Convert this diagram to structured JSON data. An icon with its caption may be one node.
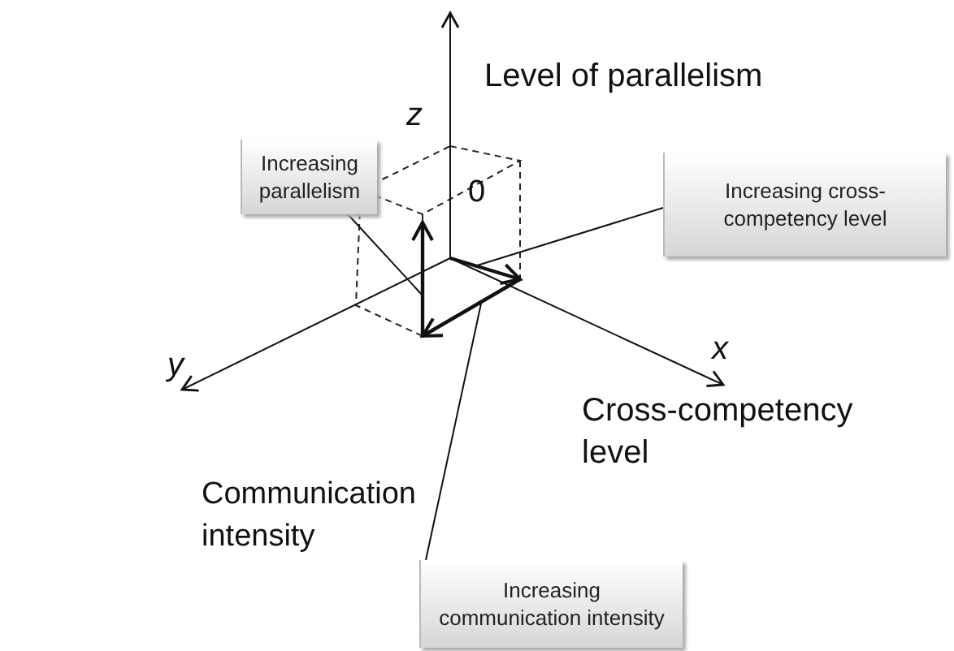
{
  "diagram": {
    "nodes": [
      {
        "text": [
          "Increasing parallelism"
        ]
      },
      {
        "text": [
          "Increasing cross-competency level"
        ]
      },
      {
        "text": [
          "Increasing communication intensity"
        ]
      },
      {
        "text": [],
        "shape": "arrow"
      },
      {
        "text": [],
        "shape": "arrow"
      },
      {
        "text": [],
        "shape": "arrow"
      }
    ],
    "edges": [
      {
        "from": 0,
        "to": 3,
        "arrow": "none"
      },
      {
        "from": 1,
        "to": 4,
        "arrow": "none"
      },
      {
        "from": 2,
        "to": 5,
        "arrow": "none"
      }
    ],
    "labels": [
      "z",
      "Level of parallelism",
      "0",
      "x",
      "y",
      "Cross-competency level",
      "Communication intensity"
    ]
  }
}
